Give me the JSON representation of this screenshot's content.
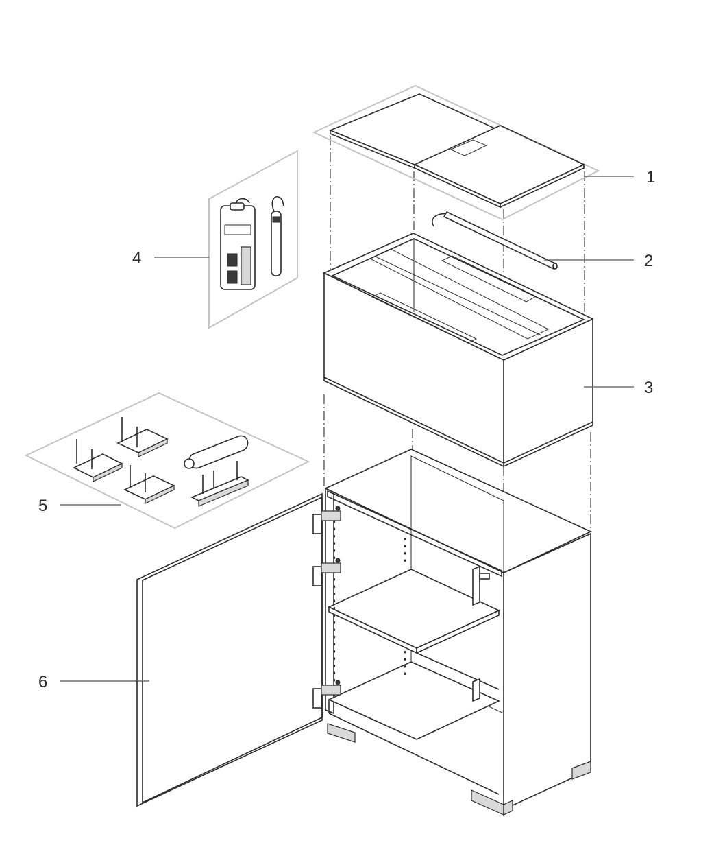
{
  "callouts": [
    {
      "number": "1",
      "part": "cover-panels"
    },
    {
      "number": "2",
      "part": "light-tube"
    },
    {
      "number": "3",
      "part": "aquarium-tank"
    },
    {
      "number": "4",
      "part": "filter-and-heater"
    },
    {
      "number": "5",
      "part": "hinge-and-damper-hardware"
    },
    {
      "number": "6",
      "part": "cabinet-with-door"
    }
  ],
  "colors": {
    "line": "#2b2b2b",
    "frame": "#c4c4c4",
    "background": "#ffffff"
  }
}
